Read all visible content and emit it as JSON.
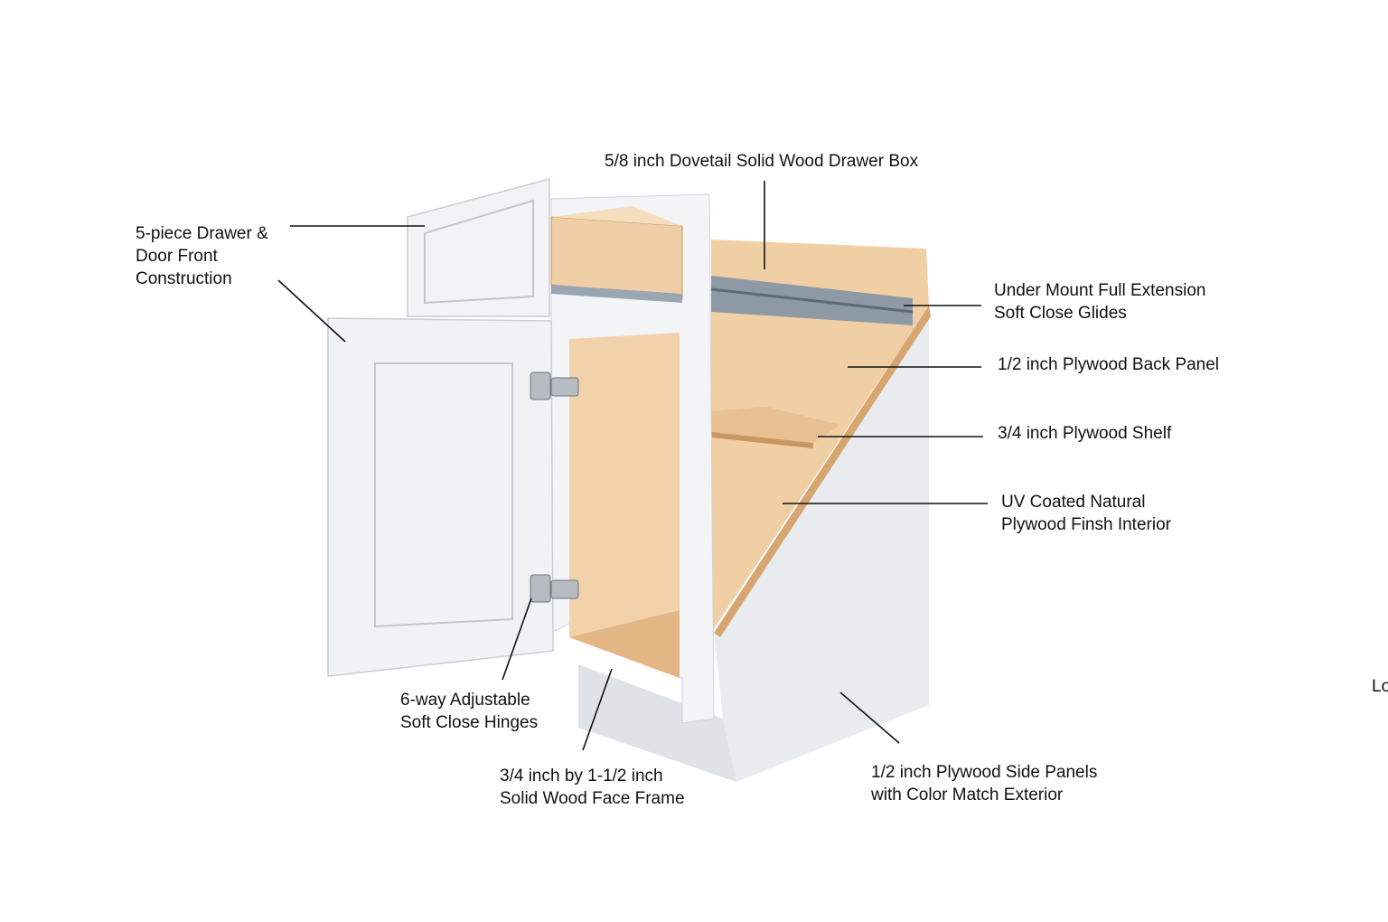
{
  "labels": {
    "drawer_box": [
      "5/8 inch Dovetail Solid Wood Drawer Box"
    ],
    "door_front": [
      "5-piece Drawer &",
      "Door Front",
      "Construction"
    ],
    "glides": [
      "Under Mount Full Extension",
      "Soft Close Glides"
    ],
    "back_panel": [
      "1/2 inch Plywood Back Panel"
    ],
    "shelf": [
      "3/4 inch Plywood Shelf"
    ],
    "interior": [
      "UV Coated Natural",
      "Plywood Finsh Interior"
    ],
    "hinges": [
      "6-way Adjustable",
      "Soft Close Hinges"
    ],
    "face_frame": [
      "3/4 inch by 1-1/2 inch",
      "Solid Wood Face Frame"
    ],
    "side_panels": [
      "1/2 inch Plywood Side Panels",
      "with Color Match Exterior"
    ],
    "cut_off": [
      "Lo"
    ]
  },
  "colors": {
    "cabinet_white": "#eef0f2",
    "cabinet_shade": "#d9dde2",
    "plywood": "#f1cfa6",
    "plywood_dark": "#e3b684",
    "glide_metal": "#8d9aa6",
    "leader_line": "#111111"
  }
}
